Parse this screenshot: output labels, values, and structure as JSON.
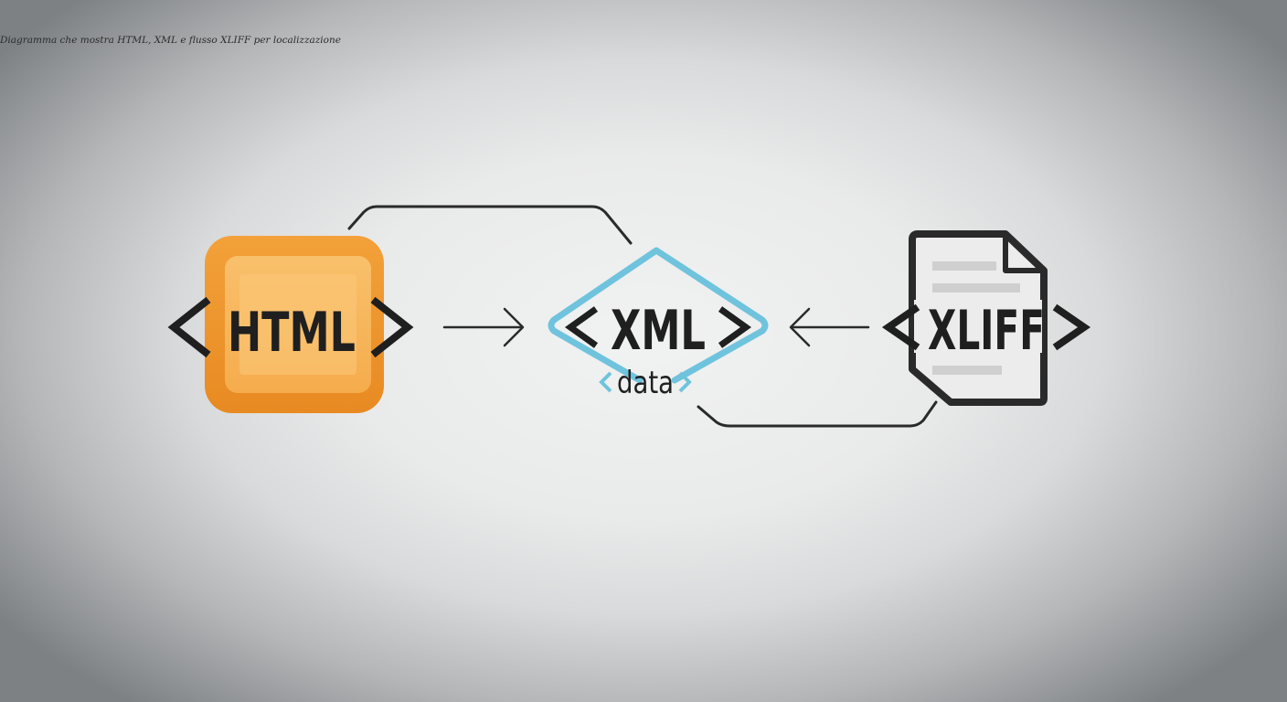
{
  "caption": "Diagramma che mostra HTML, XML e flusso XLIFF per localizzazione",
  "nodes": {
    "html": {
      "label": "HTML",
      "color": "#f0a035"
    },
    "xml": {
      "label": "XML",
      "sublabel": "data",
      "color": "#6fc3dd"
    },
    "xliff": {
      "label": "XLIFF",
      "color": "#2a2a2a"
    }
  },
  "icons": {
    "html": "html-tag-icon",
    "xml": "xml-diamond-icon",
    "xliff": "document-icon"
  }
}
